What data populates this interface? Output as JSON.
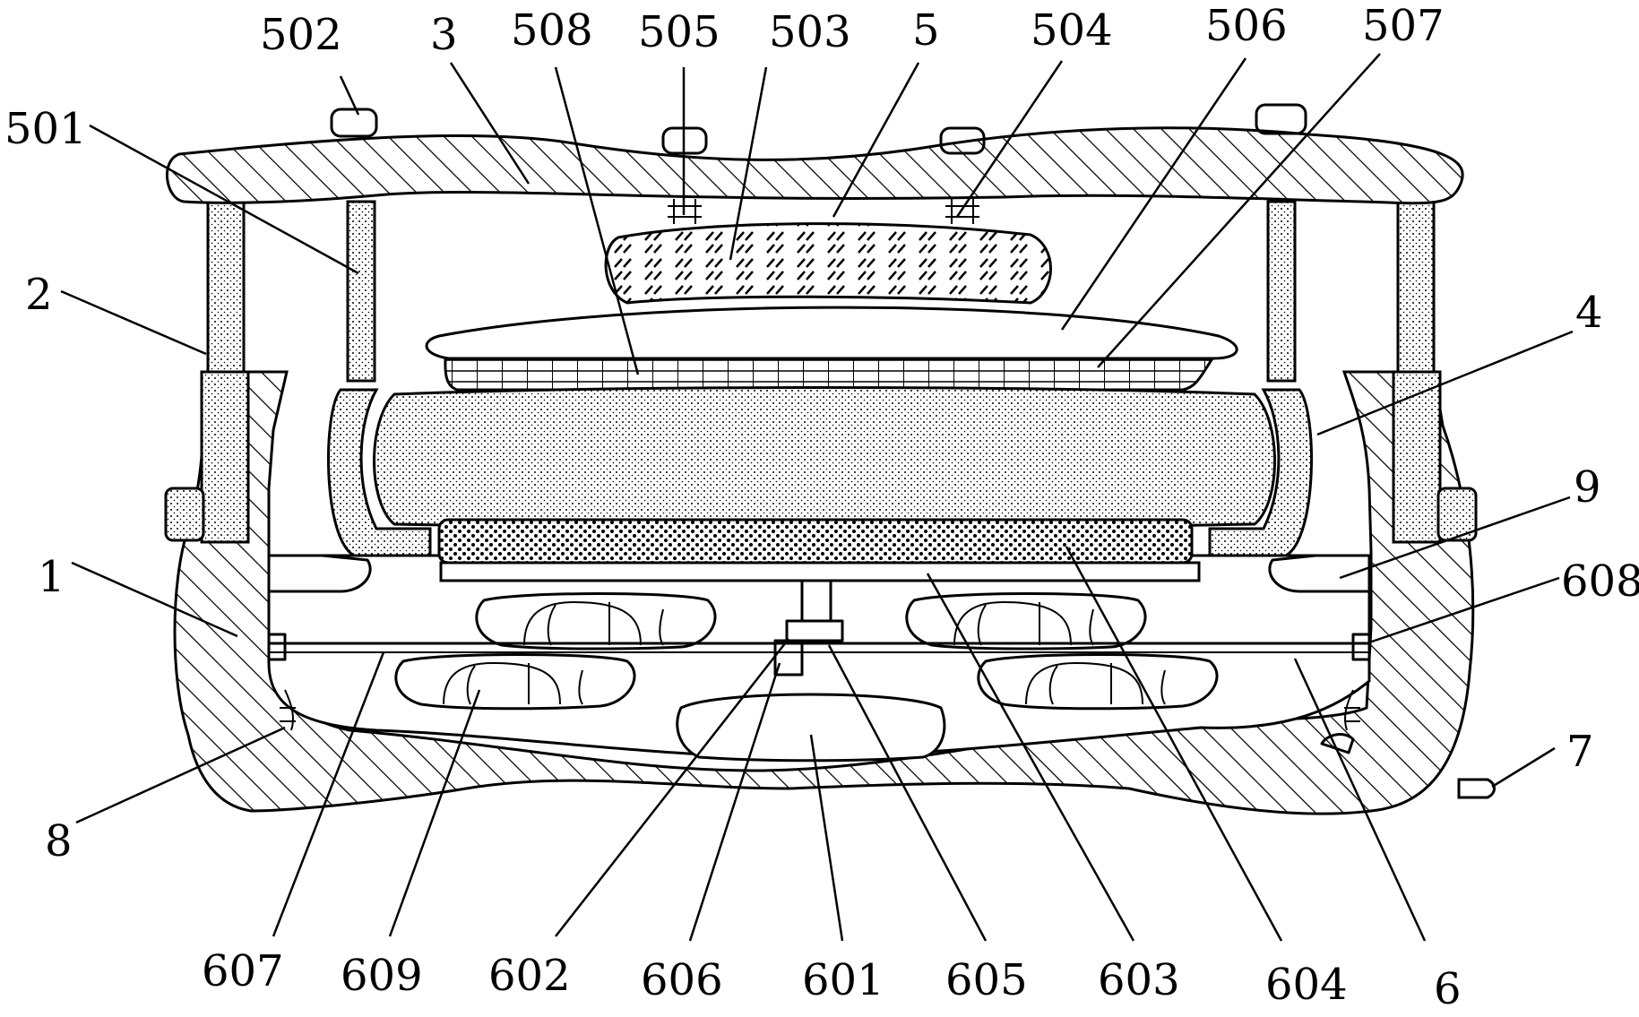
{
  "figure": {
    "labels": {
      "l502": "502",
      "l3": "3",
      "l508": "508",
      "l505": "505",
      "l503": "503",
      "l5": "5",
      "l504": "504",
      "l506": "506",
      "l507": "507",
      "l501": "501",
      "l2": "2",
      "l4": "4",
      "l9": "9",
      "l1": "1",
      "l608": "608",
      "l7": "7",
      "l8": "8",
      "l607": "607",
      "l609": "609",
      "l602": "602",
      "l606": "606",
      "l601": "601",
      "l605": "605",
      "l603": "603",
      "l604": "604",
      "l6": "6"
    }
  }
}
